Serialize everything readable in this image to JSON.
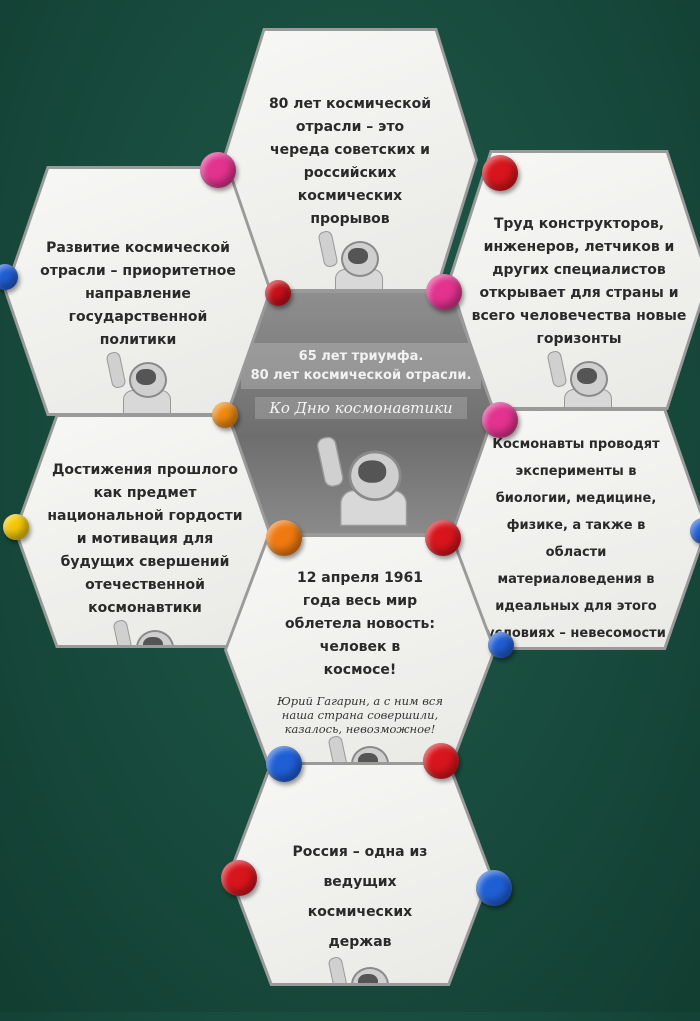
{
  "hexagons": {
    "top": "80 лет космической отрасли – это череда советских и российских космических прорывов",
    "left_upper": "Развитие космической отрасли – приоритетное направление государственной политики",
    "right_upper": "Труд конструкторов, инженеров, летчиков и других специалистов открывает для страны и всего человечества новые горизонты",
    "center": {
      "line1": "65 лет триумфа.",
      "line2": "80 лет космической отрасли.",
      "script": "Ко Дню космонавтики"
    },
    "left_lower": "Достижения прошлого как предмет национальной гордости и мотивация для будущих свершений отечественной космонавтики",
    "right_lower": "Космонавты проводят эксперименты в биологии, медицине, физике, а также в области материаловедения в идеальных для этого условиях – невесомости",
    "bottom_middle": {
      "text": "12 апреля 1961 года весь мир облетела новость: человек в космосе!",
      "script": "Юрий Гагарин, а с ним вся наша страна совершили, казалось, невозможное!"
    },
    "bottom": "Россия – одна из ведущих космических держав"
  },
  "magnet_colors": {
    "pink": "#e2338f",
    "red": "#d8151c",
    "orange": "#f08a10",
    "yellow": "#f5c800",
    "blue": "#1f5fd6",
    "smiley": "#f07a10"
  }
}
